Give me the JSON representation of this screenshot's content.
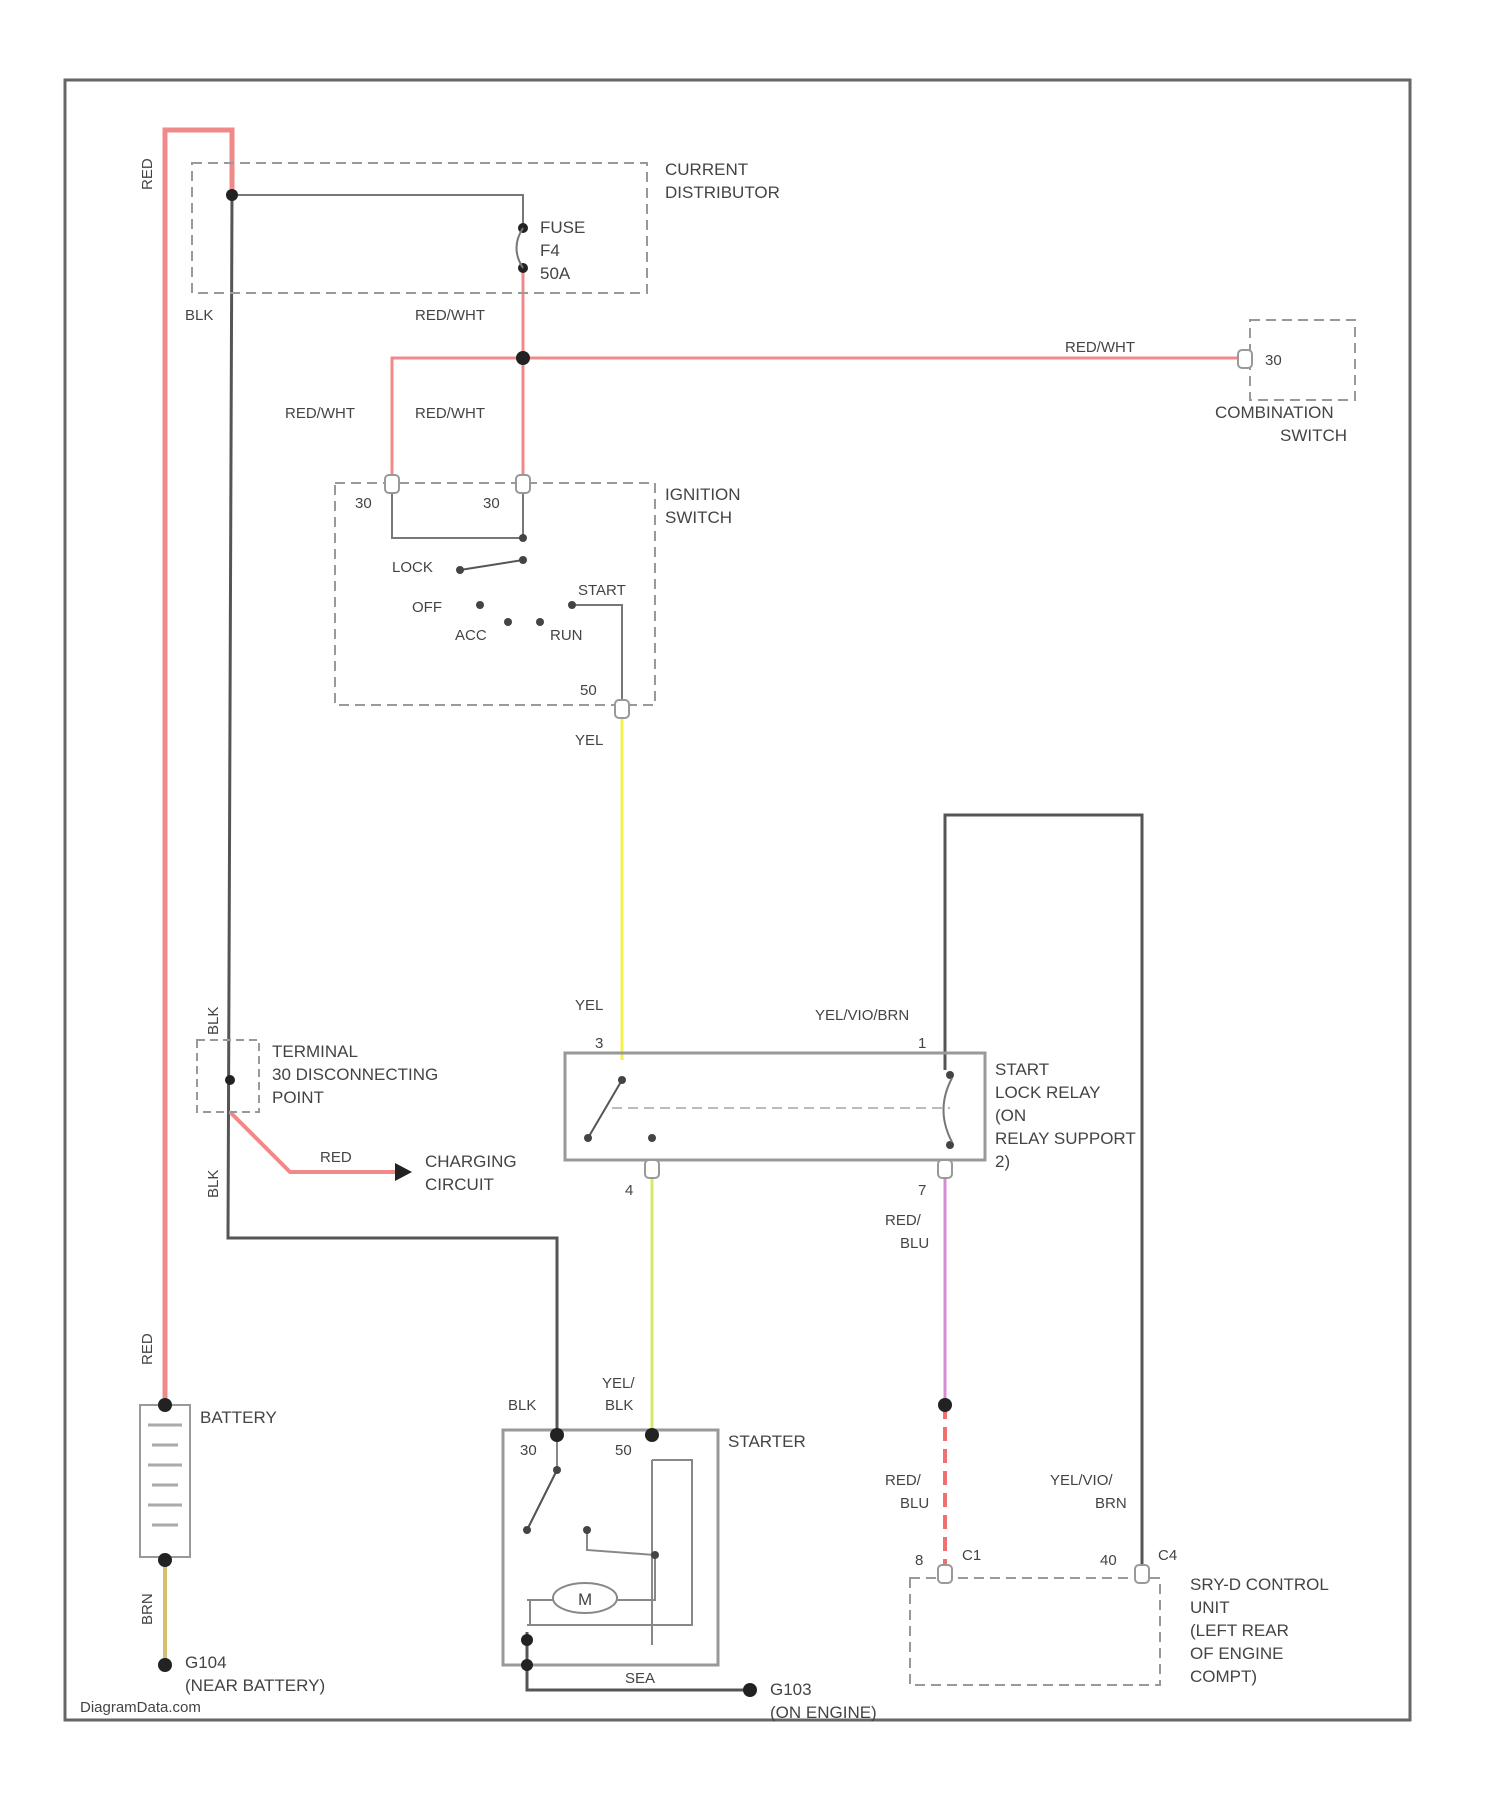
{
  "components": {
    "current_distributor": [
      "CURRENT",
      "DISTRIBUTOR"
    ],
    "fuse": [
      "FUSE",
      "F4",
      "50A"
    ],
    "combination_switch": [
      "COMBINATION",
      "SWITCH"
    ],
    "combination_pin": "30",
    "ignition_switch": [
      "IGNITION",
      "SWITCH"
    ],
    "ignition_pins": {
      "p1": "30",
      "p2": "30",
      "p3": "50"
    },
    "positions": {
      "lock": "LOCK",
      "off": "OFF",
      "acc": "ACC",
      "run": "RUN",
      "start": "START"
    },
    "terminal": [
      "TERMINAL",
      "30 DISCONNECTING",
      "POINT"
    ],
    "charging": [
      "CHARGING",
      "CIRCUIT"
    ],
    "relay": [
      "START",
      "LOCK RELAY",
      "(ON",
      "RELAY SUPPORT",
      "2)"
    ],
    "relay_pins": {
      "p3": "3",
      "p1": "1",
      "p4": "4",
      "p7": "7"
    },
    "battery": "BATTERY",
    "ground_battery": [
      "G104",
      "(NEAR BATTERY)"
    ],
    "starter": "STARTER",
    "starter_pins": {
      "p30": "30",
      "p50": "50"
    },
    "motor": "M",
    "ground_engine": [
      "G103",
      "(ON ENGINE)"
    ],
    "ecu": [
      "SRY-D CONTROL",
      "UNIT",
      "(LEFT REAR",
      "OF ENGINE",
      "COMPT)"
    ],
    "ecu_pins": {
      "p8": "8",
      "c1": "C1",
      "p40": "40",
      "c4": "C4"
    }
  },
  "wires": {
    "red": "RED",
    "blk": "BLK",
    "red_wht": "RED/WHT",
    "yel": "YEL",
    "yel_blk_top": "YEL/",
    "yel_blk_bot": "BLK",
    "yel_vio_brn": "YEL/VIO/BRN",
    "red_blu_top": "RED/",
    "red_blu_bot": "BLU",
    "yel_vio_top": "YEL/VIO/",
    "yel_vio_bot": "BRN",
    "brn": "BRN",
    "sea": "SEA"
  },
  "watermark": "DiagramData.com",
  "colors": {
    "red": "#f08a8a",
    "black": "#555555",
    "yellow": "#f2f24a",
    "yellow_green": "#d9e86a",
    "pink": "#d88ad8",
    "dashed_red": "#f07070",
    "brown_yellow": "#d4c070",
    "box": "#999999"
  }
}
